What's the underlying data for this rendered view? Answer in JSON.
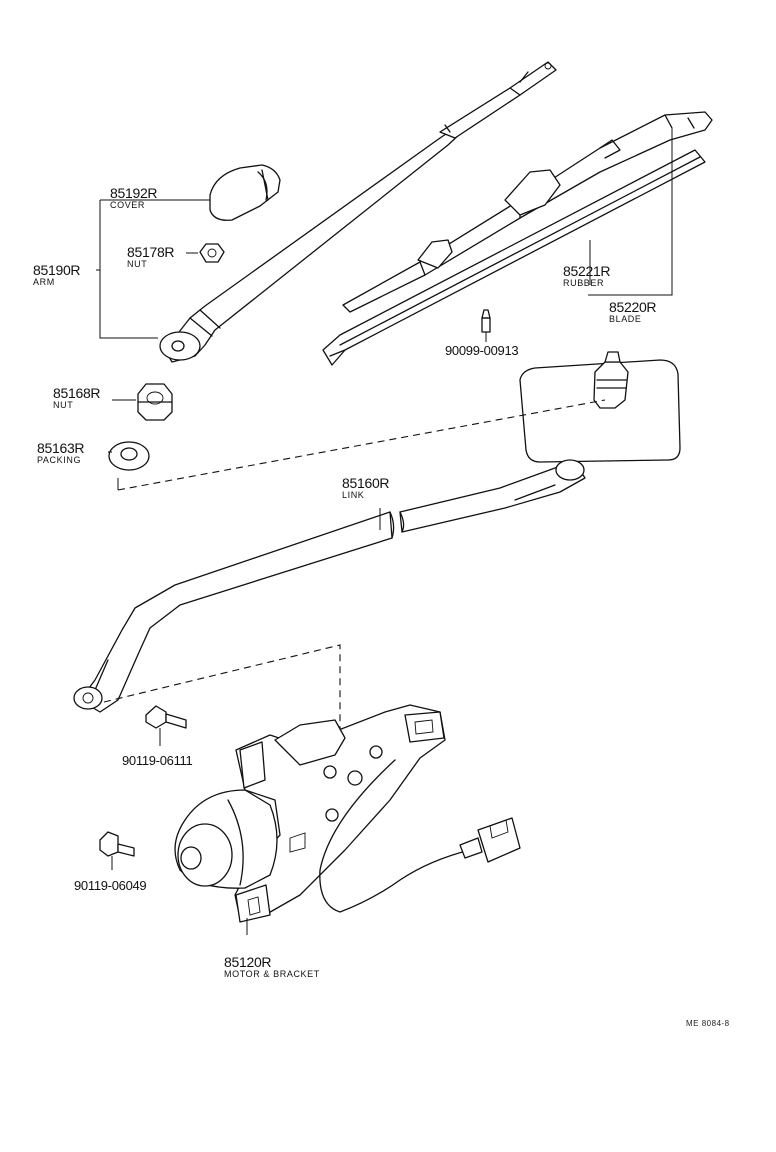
{
  "parts": {
    "cover": {
      "number": "85192R",
      "name": "COVER"
    },
    "nut_a": {
      "number": "85178R",
      "name": "NUT"
    },
    "arm": {
      "number": "85190R",
      "name": "ARM"
    },
    "nut_b": {
      "number": "85168R",
      "name": "NUT"
    },
    "packing": {
      "number": "85163R",
      "name": "PACKING"
    },
    "rubber": {
      "number": "85221R",
      "name": "RUBBER"
    },
    "blade": {
      "number": "85220R",
      "name": "BLADE"
    },
    "link": {
      "number": "85160R",
      "name": "LINK"
    },
    "motor": {
      "number": "85120R",
      "name": "MOTOR & BRACKET"
    }
  },
  "fasteners": {
    "screw_blade": "90099-00913",
    "bolt_a": "90119-06111",
    "bolt_b": "90119-06049"
  },
  "reference": "ME 8084-8"
}
